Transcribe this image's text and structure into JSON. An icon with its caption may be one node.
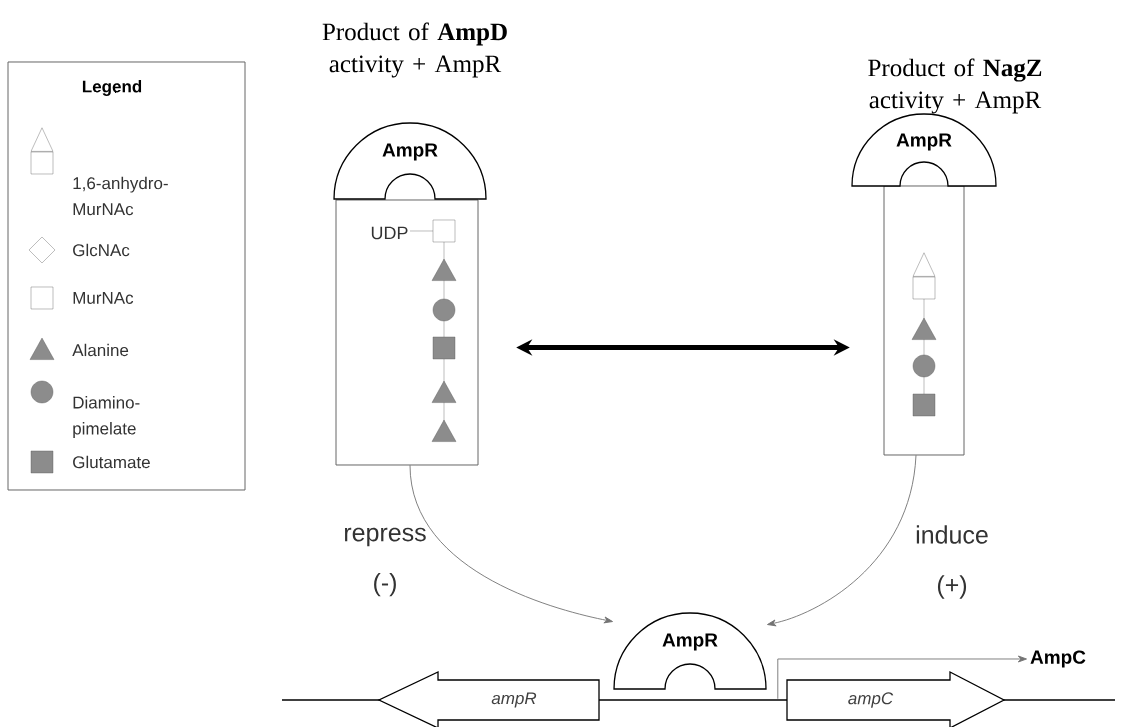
{
  "diagram": {
    "nodes": [
      {
        "text": [
          "Product of **AmpD** activity + AmpR"
        ]
      },
      {
        "text": [
          "UDP"
        ]
      },
      {
        "text": [
          "AmpR"
        ]
      },
      {
        "text": [
          "Product of **NagZ** activity + AmpR"
        ]
      },
      {
        "text": [],
        "shape": "box"
      },
      {
        "text": [
          "AmpR"
        ]
      },
      {
        "text": [
          "AmpR"
        ]
      },
      {
        "text": [
          "ampR"
        ]
      },
      {
        "text": [
          "ampC"
        ]
      },
      {
        "text": [
          "AmpC"
        ]
      }
    ],
    "edges": [
      {
        "from": 1,
        "to": 4,
        "arrow": "both",
        "style": "thick",
        "color": "#000000"
      },
      {
        "from": 1,
        "to": 6,
        "arrow": "to",
        "label": "repress (-)"
      },
      {
        "from": 4,
        "to": 6,
        "arrow": "to",
        "label": "induce (+)"
      },
      {
        "from": 8,
        "to": 9,
        "arrow": "to"
      }
    ],
    "labels": [
      "Legend"
    ],
    "legend": [
      {
        "text": "1,6-anhydro- MurNAc"
      },
      {
        "text": "GlcNAc"
      },
      {
        "text": "MurNAc"
      },
      {
        "text": "Alanine"
      },
      {
        "text": "Diamino- pimelate"
      },
      {
        "text": "Glutamate"
      }
    ]
  }
}
